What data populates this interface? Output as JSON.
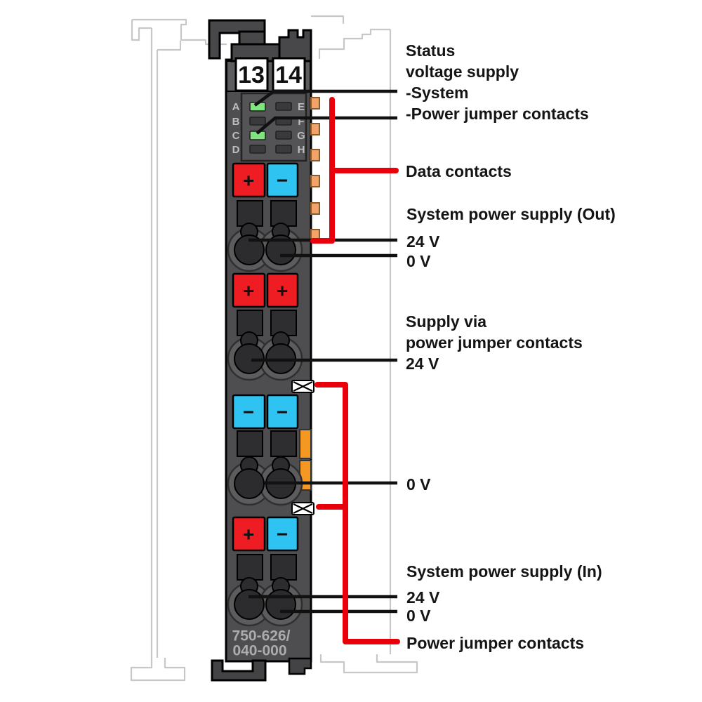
{
  "diagram_title": "WAGO supply module front view with callouts",
  "module": {
    "part_number_line1": "750-626/",
    "part_number_line2": "040-000",
    "terminal_left": "13",
    "terminal_right": "14",
    "led_left_labels": [
      "A",
      "B",
      "C",
      "D"
    ],
    "led_right_labels": [
      "E",
      "F",
      "G",
      "H"
    ],
    "lit_leds": "A, C",
    "clamp_rows": [
      {
        "left": "+",
        "right": "−"
      },
      {
        "left": "+",
        "right": "+"
      },
      {
        "left": "−",
        "right": "−"
      },
      {
        "left": "+",
        "right": "−"
      }
    ]
  },
  "callouts": {
    "status_line1": "Status",
    "status_line2": "voltage supply",
    "status_line3": "-System",
    "status_line4": "-Power jumper contacts",
    "data_contacts": "Data contacts",
    "sys_out_title": "System power supply (Out)",
    "sys_out_24v": "24 V",
    "sys_out_0v": "0 V",
    "supply_via_line1": "Supply via",
    "supply_via_line2": "power jumper contacts",
    "supply_via_24v": "24 V",
    "mid_0v": "0 V",
    "sys_in_title": "System power supply (In)",
    "sys_in_24v": "24 V",
    "sys_in_0v": "0 V",
    "power_jumper_contacts": "Power jumper contacts"
  },
  "colors": {
    "body": "#4e4e50",
    "head": "#48484a",
    "band": "#5d5d60",
    "panel": "#545457",
    "slot": "#3a3a3c",
    "led_green": "#7fe57f",
    "red_button": "#ee1c23",
    "blue_button": "#2fc3f1",
    "opening": "#2e2e30",
    "circle_outer": "#5c5c5e",
    "circle_inner": "#2c2c2e",
    "orange_contact": "#f2a36a",
    "orange_bar": "#f59822",
    "callout_red": "#e8000b",
    "callout_black": "#111111",
    "outline_gray": "#c7c7c7",
    "letter_gray": "#bdbdbd",
    "part_number_gray": "#ababab"
  }
}
